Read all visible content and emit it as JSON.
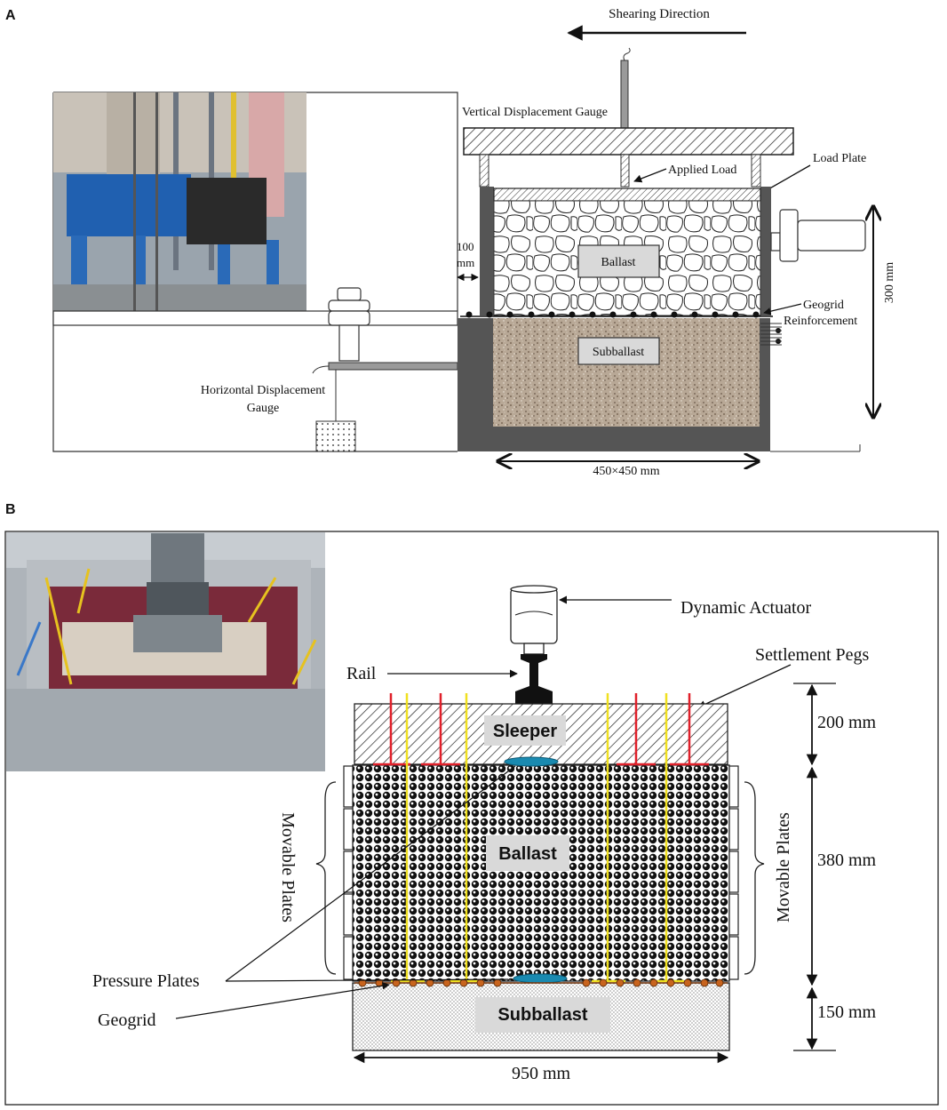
{
  "panel_a": {
    "letter": "A",
    "labels": {
      "shearing_direction": "Shearing Direction",
      "vertical_gauge": "Vertical Displacement Gauge",
      "applied_load": "Applied Load",
      "load_plate": "Load Plate",
      "dim_100_top": "100",
      "dim_100_bottom": "mm",
      "ballast": "Ballast",
      "subballast": "Subballast",
      "geogrid_1": "Geogrid",
      "geogrid_2": "Reinforcement",
      "horizontal_gauge_1": "Horizontal Displacement",
      "horizontal_gauge_2": "Gauge",
      "dim_300": "300 mm",
      "dim_450": "450×450 mm"
    }
  },
  "panel_b": {
    "letter": "B",
    "labels": {
      "dynamic_actuator": "Dynamic Actuator",
      "settlement_pegs": "Settlement Pegs",
      "rail": "Rail",
      "sleeper": "Sleeper",
      "ballast": "Ballast",
      "subballast": "Subballast",
      "movable_plates_left": "Movable Plates",
      "movable_plates_right": "Movable Plates",
      "pressure_plates": "Pressure Plates",
      "geogrid": "Geogrid",
      "dim_200": "200 mm",
      "dim_380": "380 mm",
      "dim_150": "150 mm",
      "dim_950": "950 mm"
    }
  },
  "colors": {
    "settlement_peg_red": "#e0202a",
    "settlement_peg_yellow": "#f0e020",
    "pressure_plate": "#1a8ab0",
    "geogrid_node": "#c8641e",
    "subballast_a": "#b9a897",
    "grey_box": "#d9d9d9"
  }
}
